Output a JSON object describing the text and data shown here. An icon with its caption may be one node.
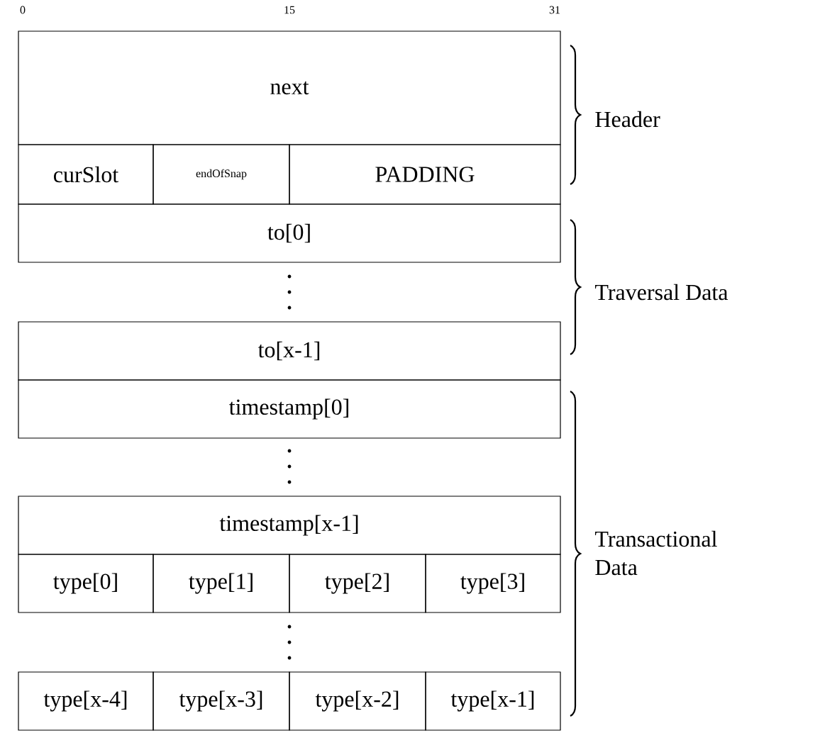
{
  "diagram": {
    "nodes": [
      {
        "text": [
          "next"
        ]
      },
      {
        "text": [
          "curSlot"
        ]
      },
      {
        "text": [
          "endOfSnap"
        ]
      },
      {
        "text": [
          "PADDING"
        ]
      },
      {
        "text": [
          "to[0]"
        ]
      },
      {
        "text": [
          "to[x-1]"
        ]
      },
      {
        "text": [
          "timestamp[0]"
        ]
      },
      {
        "text": [
          "timestamp[x-1]"
        ]
      },
      {
        "text": [
          "type[0]"
        ]
      },
      {
        "text": [
          "type[1]"
        ]
      },
      {
        "text": [
          "type[2]"
        ]
      },
      {
        "text": [
          "type[3]"
        ]
      },
      {
        "text": [
          "type[x-4]"
        ]
      },
      {
        "text": [
          "type[x-3]"
        ]
      },
      {
        "text": [
          "type[x-2]"
        ]
      },
      {
        "text": [
          "type[x-1]"
        ]
      }
    ],
    "labels": [
      "0",
      "15",
      "31",
      "Header",
      "Traversal Data",
      "Transactional Data"
    ]
  }
}
